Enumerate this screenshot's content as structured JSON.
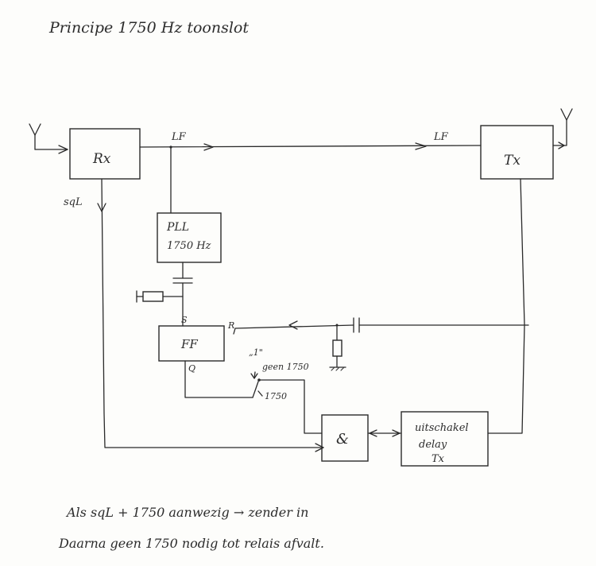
{
  "title": "Principe 1750 Hz toonslot",
  "blocks": {
    "rx": "Rx",
    "tx": "Tx",
    "pll_line1": "PLL",
    "pll_line2": "1750 Hz",
    "ff": "FF",
    "and_gate": "&",
    "delay_line1": "uitschakel",
    "delay_line2": "delay",
    "delay_line3": "Tx"
  },
  "labels": {
    "lf_rx": "LF",
    "lf_tx": "LF",
    "sql": "sqL",
    "ff_set": "S",
    "ff_reset": "R",
    "ff_q": "Q",
    "switch_one": "„1\"",
    "switch_geen": "geen 1750",
    "switch_1750": "1750"
  },
  "notes": {
    "line1": "Als   sqL + 1750   aanwezig  →  zender in",
    "line2": "Daarna  geen  1750  nodig  tot   relais  afvalt."
  }
}
